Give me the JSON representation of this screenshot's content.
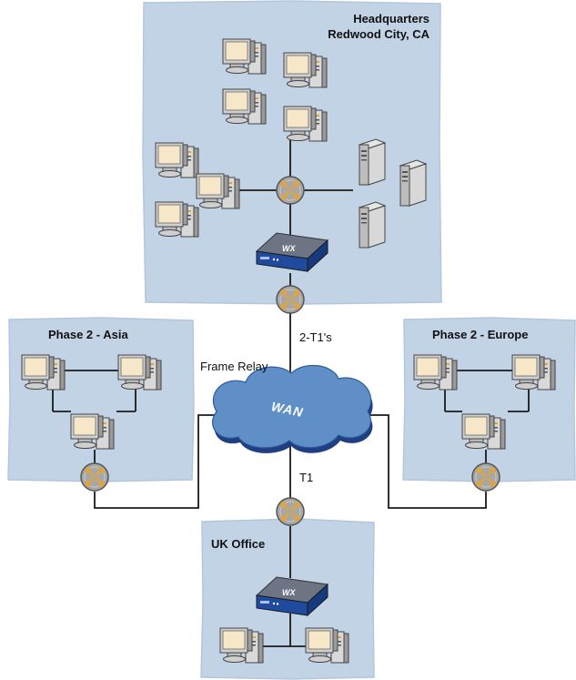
{
  "regions": {
    "headquarters": {
      "title_line1": "Headquarters",
      "title_line2": "Redwood City, CA"
    },
    "asia": {
      "title": "Phase 2 - Asia"
    },
    "europe": {
      "title": "Phase 2 - Europe"
    },
    "uk": {
      "title": "UK Office"
    }
  },
  "links": {
    "hq_uplink": "2-T1's",
    "frame_relay": "Frame Relay",
    "uk_uplink": "T1"
  },
  "wan": {
    "label": "WAN"
  },
  "devices": {
    "accelerator_label": "WX"
  },
  "colors": {
    "region_fill": "#c3d3e6",
    "wan_fill": "#5f8fc6",
    "router_fill": "#a7a7a7",
    "router_arrows": "#e0a63d",
    "wx_top": "#6d7584",
    "wx_front": "#1f4a9e",
    "monitor_screen": "#f6e7c9",
    "line": "#1a1a1a"
  },
  "icons": [
    "router-icon",
    "workstation-icon",
    "server-tower-icon",
    "wx-appliance-icon",
    "wan-cloud-icon"
  ]
}
